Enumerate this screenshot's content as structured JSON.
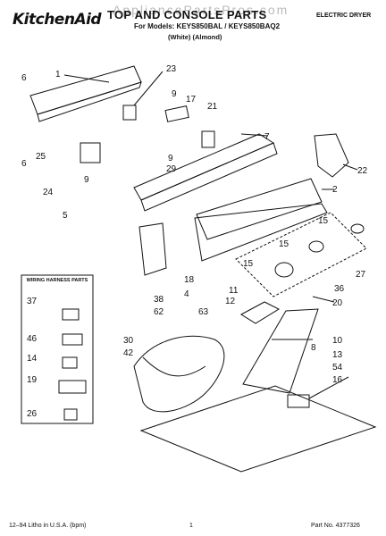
{
  "header": {
    "brand": "KitchenAid",
    "watermark": "AppliancePartsPros.com",
    "title": "TOP AND CONSOLE PARTS",
    "models": "For Models: KEYS850BAL / KEYS850BAQ2",
    "variants": "(White)        (Almond)",
    "product": "ELECTRIC DRYER"
  },
  "legend": {
    "title": "WIRING HARNESS PARTS"
  },
  "callouts": [
    "1",
    "2",
    "4",
    "5",
    "6",
    "6",
    "7",
    "8",
    "9",
    "9",
    "9",
    "10",
    "11",
    "12",
    "13",
    "14",
    "15",
    "15",
    "15",
    "16",
    "17",
    "18",
    "19",
    "20",
    "21",
    "22",
    "23",
    "24",
    "25",
    "26",
    "27",
    "29",
    "30",
    "36",
    "37",
    "38",
    "42",
    "46",
    "54",
    "62",
    "63"
  ],
  "footer": {
    "left": "12–94 Litho in U.S.A. (bpm)",
    "page": "1",
    "part_number": "Part No. 4377326"
  }
}
